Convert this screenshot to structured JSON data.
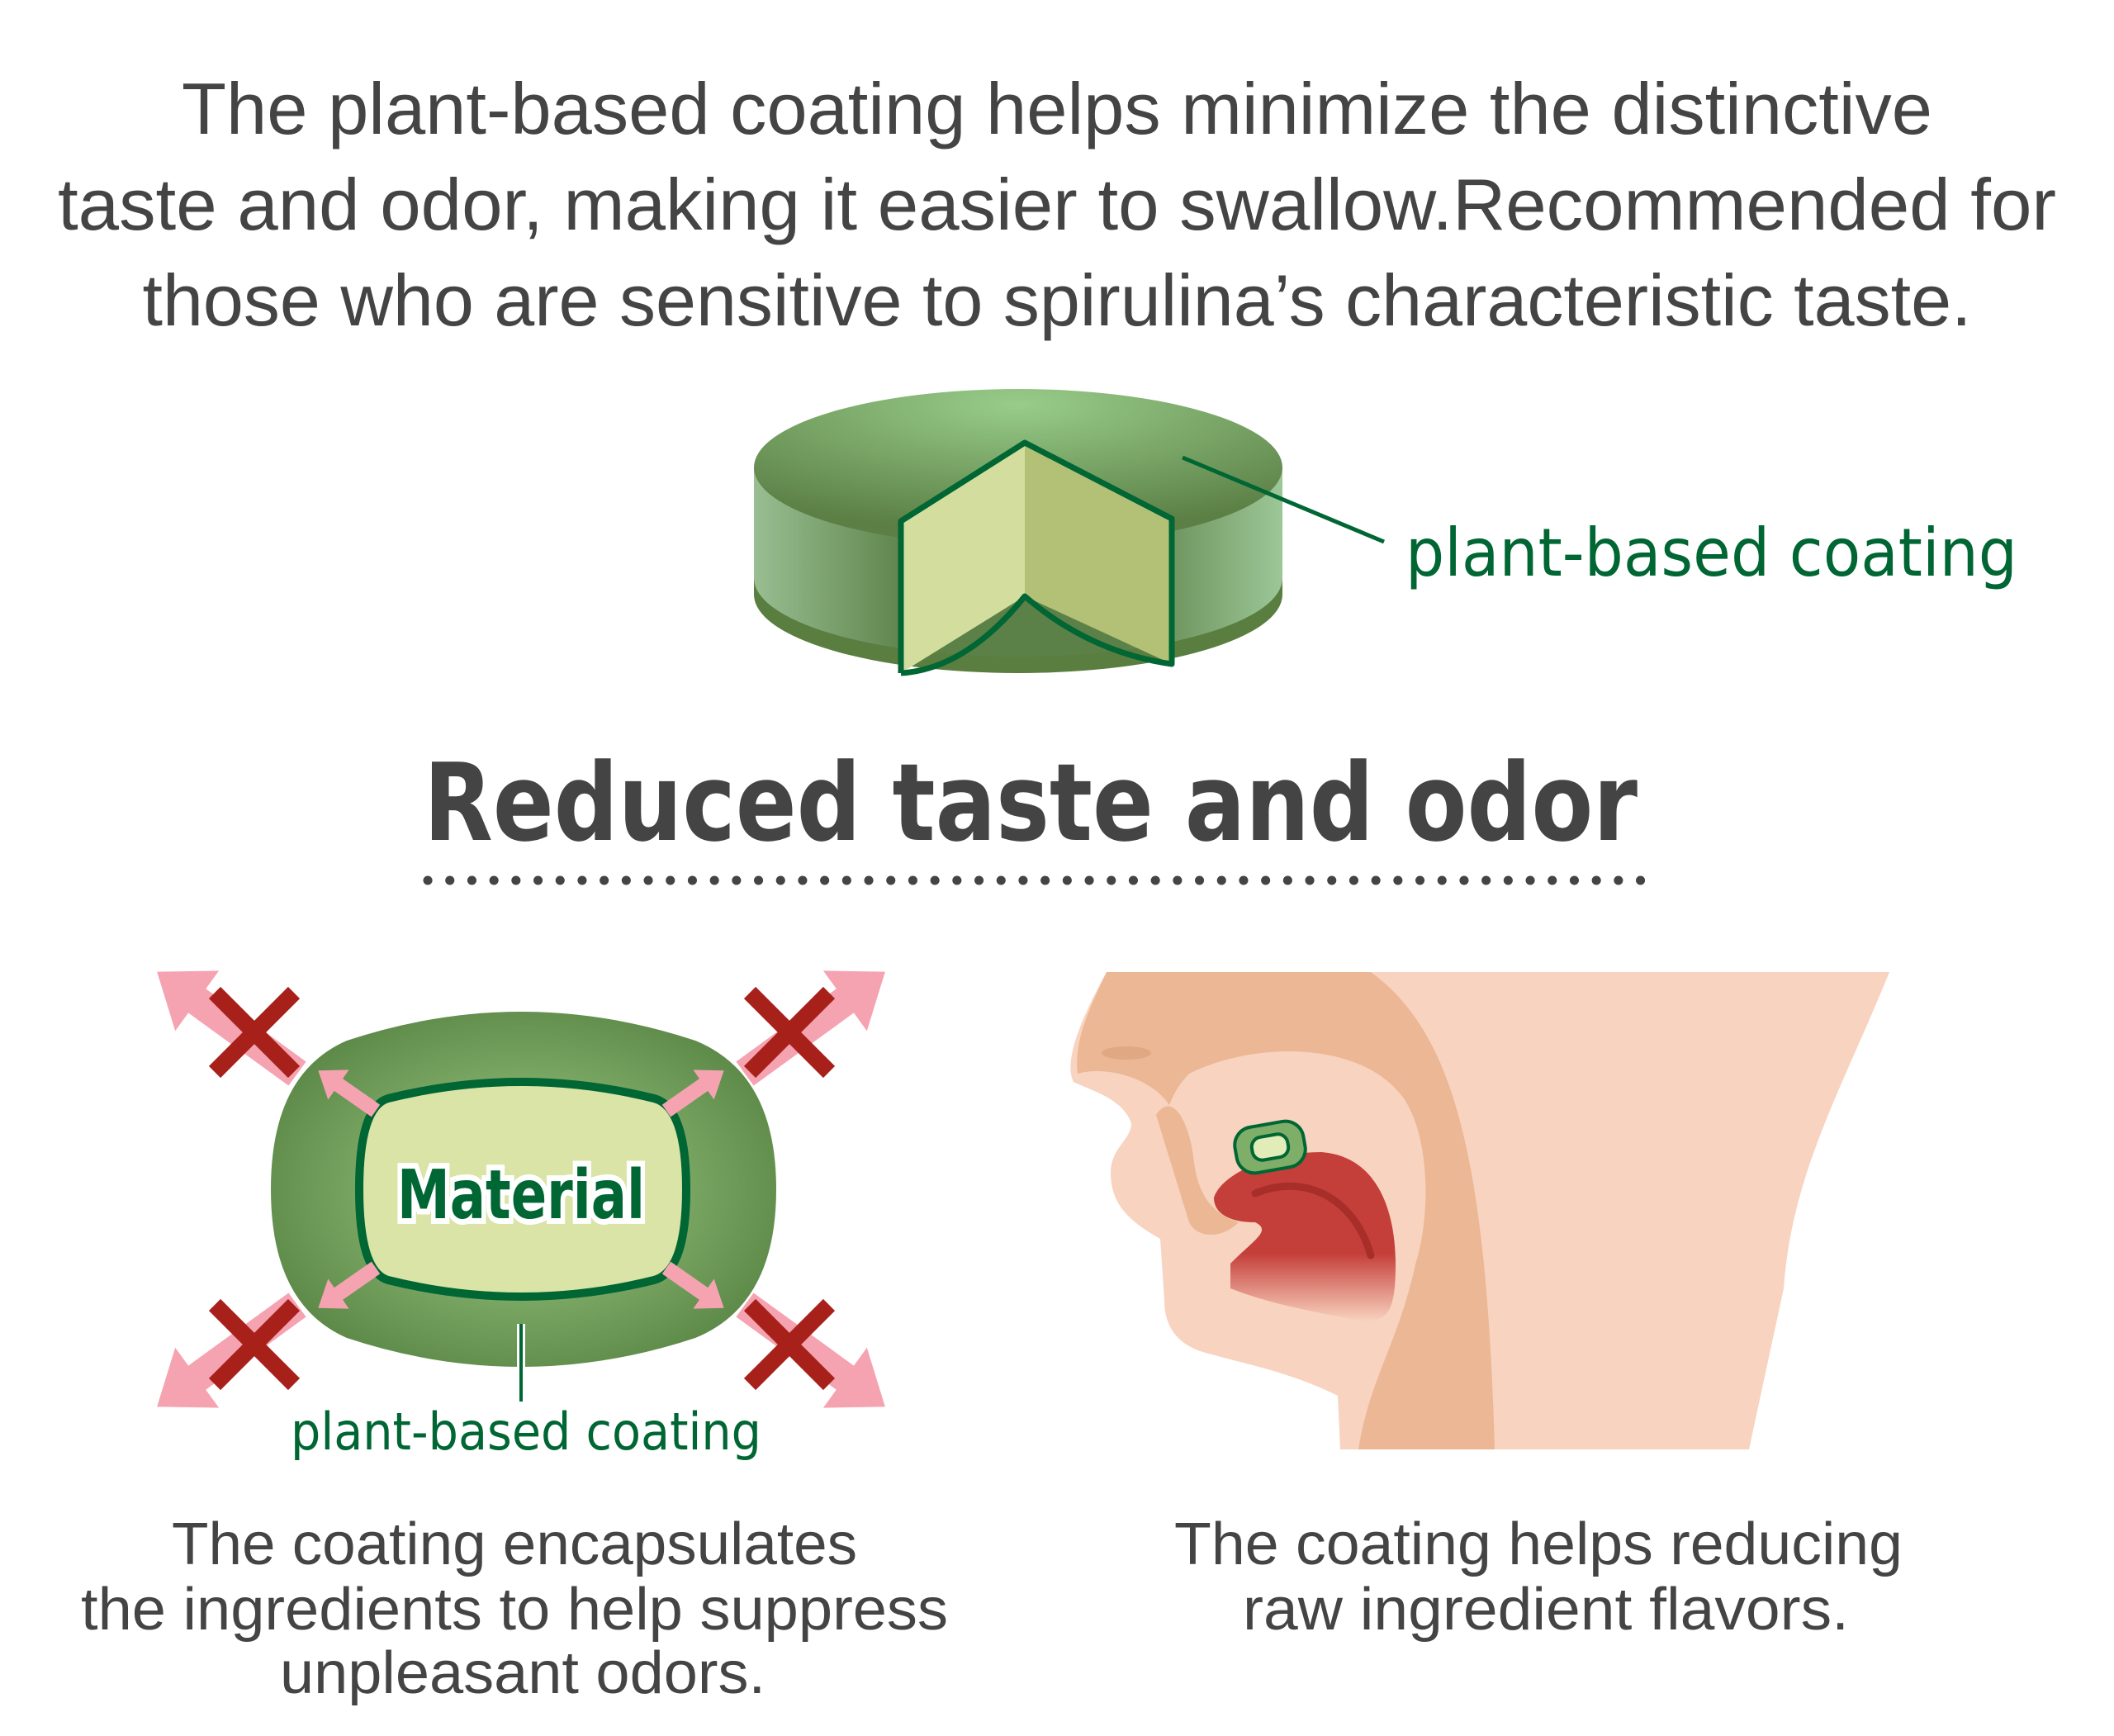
{
  "intro": {
    "lines": [
      "The plant-based coating helps minimize the distinctive",
      "taste and odor, making it easier to swallow.Recommended for",
      "those who are sensitive to spirulina’s characteristic taste."
    ]
  },
  "tablet": {
    "label": "plant-based coating"
  },
  "section": {
    "heading": "Reduced taste and odor"
  },
  "left_panel": {
    "material_label": "Material",
    "coating_label": "plant-based coating",
    "caption": [
      "The coating encapsulates",
      "the ingredients to help suppress",
      "unpleasant odors."
    ]
  },
  "right_panel": {
    "caption": [
      "The coating helps reducing",
      "raw ingredient flavors."
    ]
  },
  "colors": {
    "text": "#444444",
    "accent_green": "#006633",
    "coating_green": "#6f9a5c",
    "core": "#d9e4a6",
    "arrow_pink": "#f5a3b1",
    "cross_red": "#a8201a",
    "skin_light": "#f8d3bf",
    "skin_dark": "#ebb794",
    "tongue": "#c53f3a"
  }
}
